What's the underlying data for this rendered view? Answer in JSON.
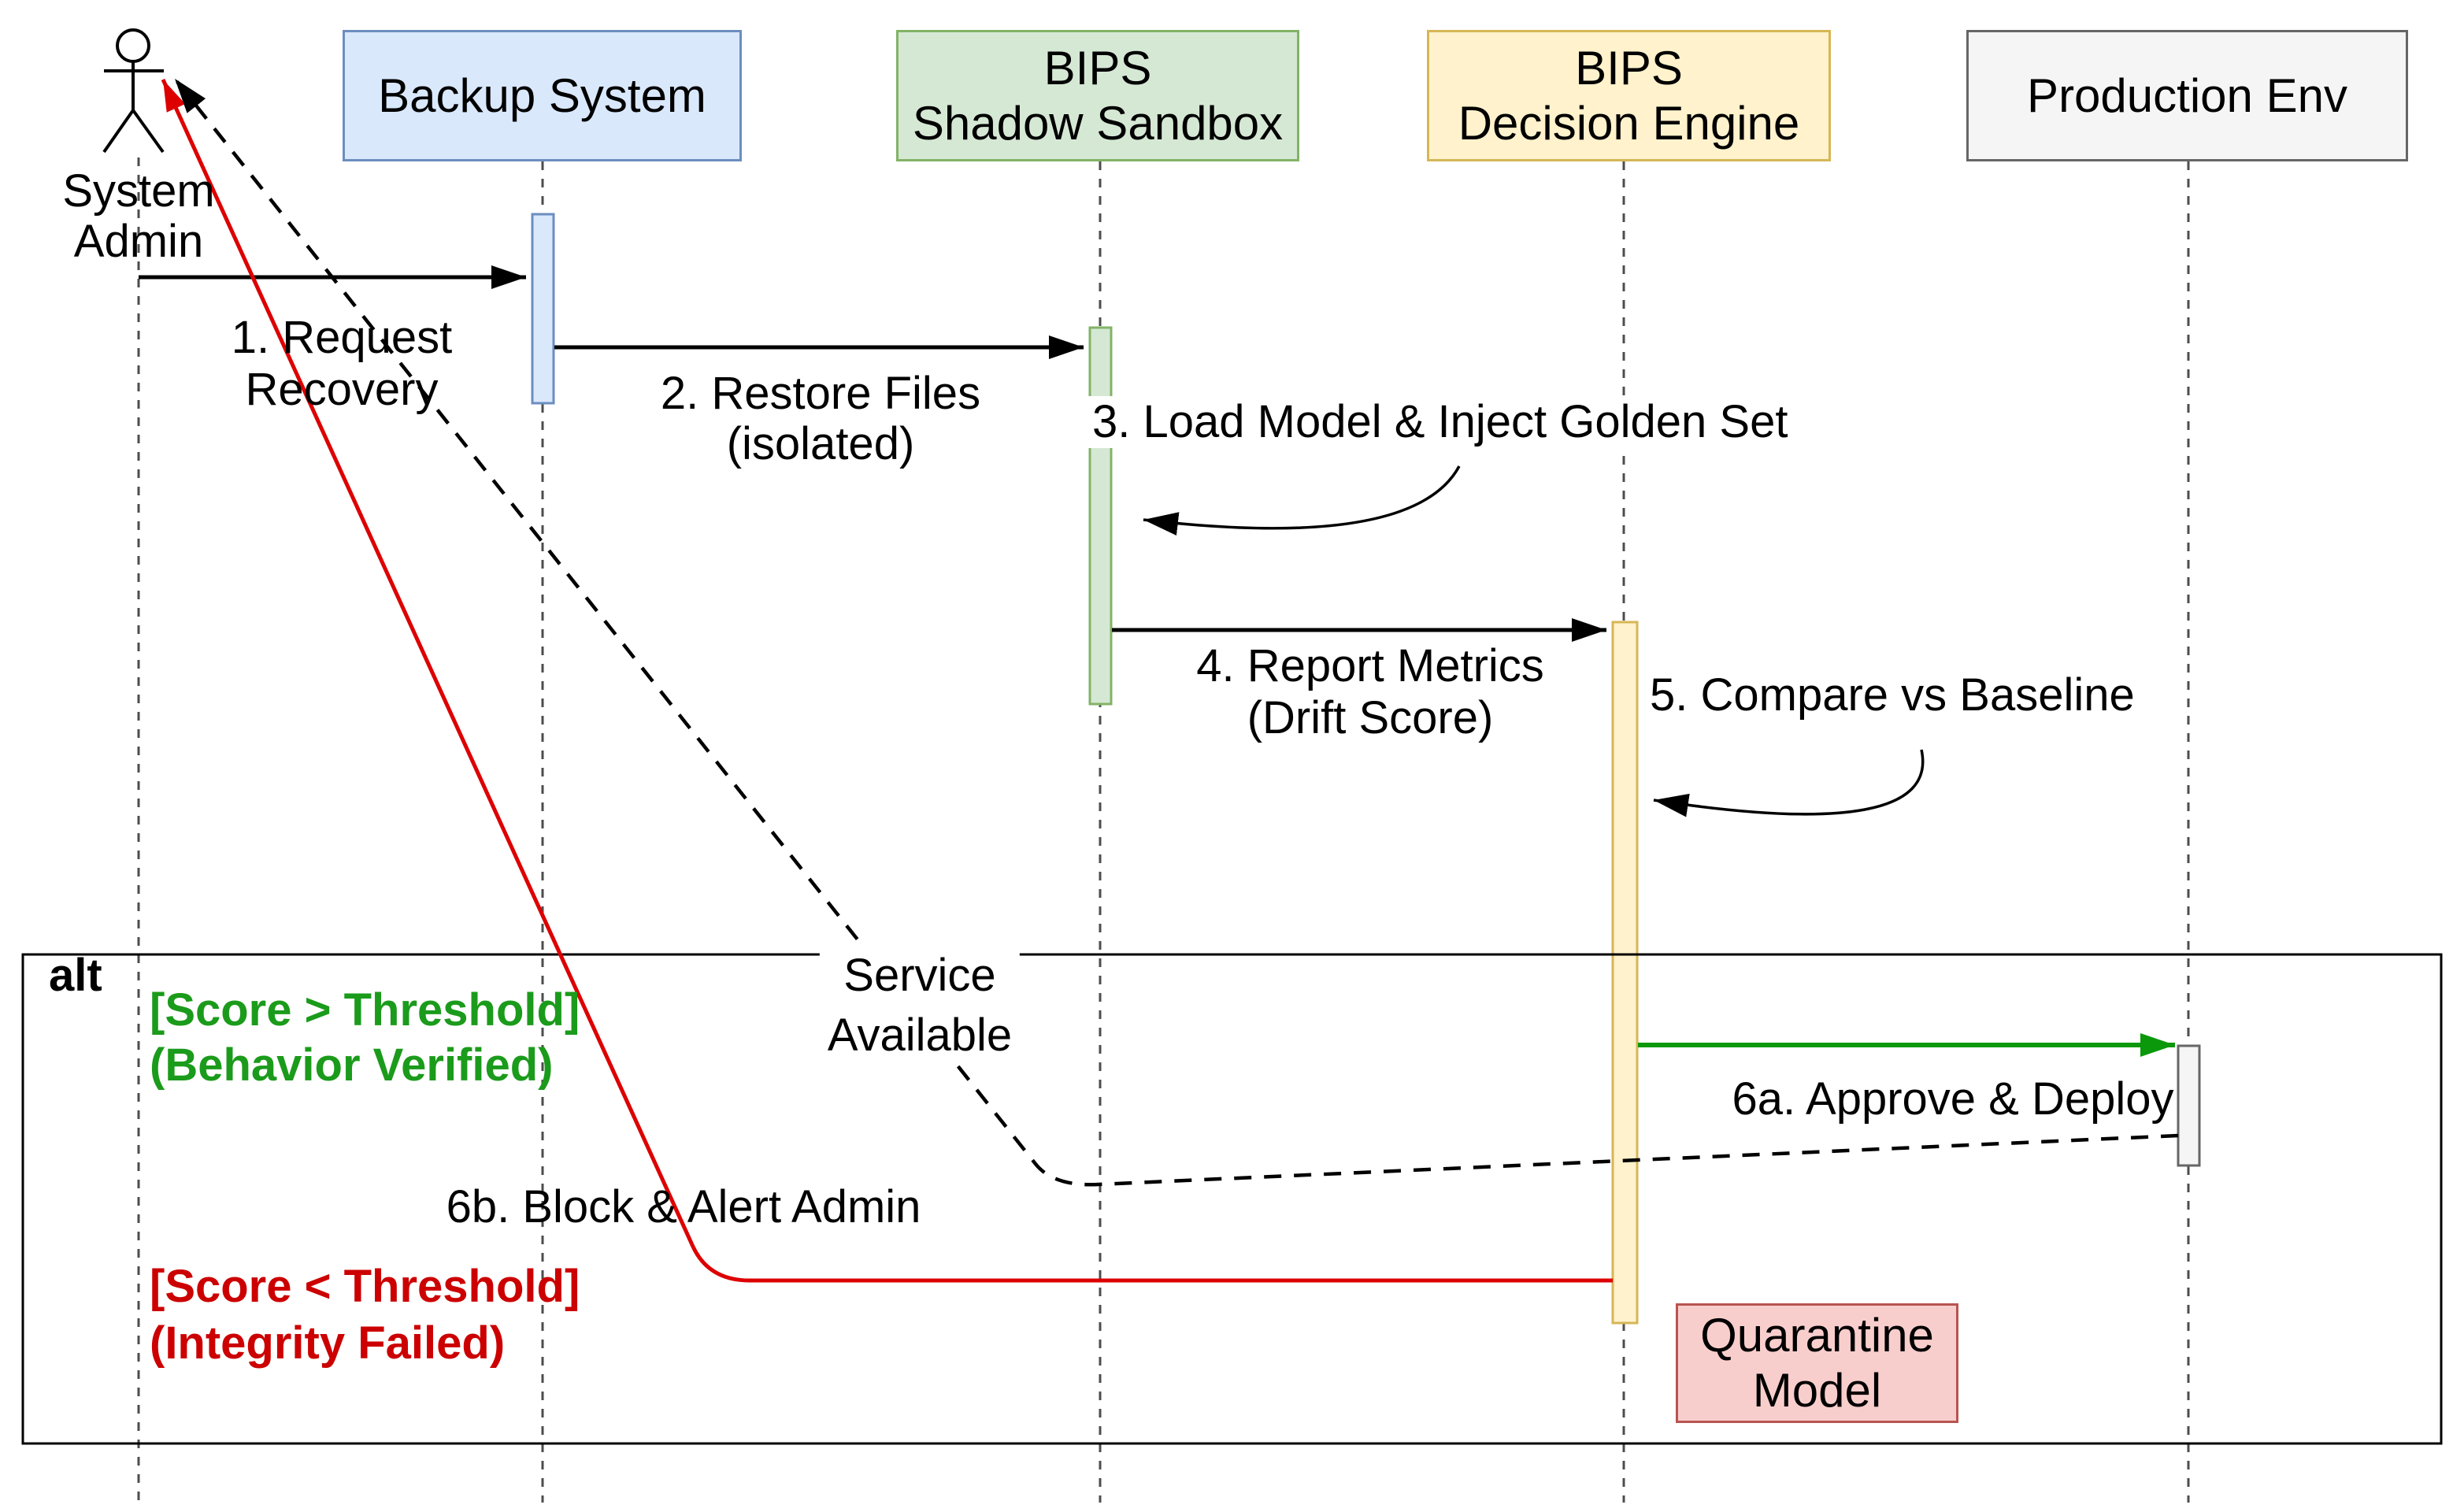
{
  "palette": {
    "blue_fill": "#dae8fc",
    "blue_stroke": "#6c8ebf",
    "green_fill": "#d5e8d4",
    "green_stroke": "#82b366",
    "yellow_fill": "#fff2cc",
    "yellow_stroke": "#d6b656",
    "gray_fill": "#f5f5f5",
    "gray_stroke": "#666666",
    "pink_fill": "#f8cecc",
    "pink_stroke": "#b85450",
    "arrow_green": "#0b980b",
    "guard_green": "#1b9b1b",
    "arrow_red": "#dd0000",
    "guard_red": "#cc0000",
    "arrow_black": "#000000",
    "lifeline_gray": "#4d4d4d"
  },
  "participants": [
    {
      "id": "system-admin",
      "type": "actor",
      "name_lines": {
        "l1": "System",
        "l2": "Admin"
      }
    },
    {
      "id": "backup-system",
      "type": "component",
      "title": {
        "l1": "Backup System"
      }
    },
    {
      "id": "bips-shadow-sandbox",
      "type": "component",
      "title": {
        "l1": "BIPS",
        "l2": "Shadow Sandbox"
      }
    },
    {
      "id": "bips-decision-engine",
      "type": "component",
      "title": {
        "l1": "BIPS",
        "l2": "Decision Engine"
      }
    },
    {
      "id": "production-env",
      "type": "component",
      "title": {
        "l1": "Production Env"
      }
    }
  ],
  "messages": {
    "m1": {
      "from": "System Admin",
      "to": "Backup System",
      "style": "solid-black",
      "label": {
        "l1": "1. Request",
        "l2": "Recovery"
      }
    },
    "m2": {
      "from": "Backup System",
      "to": "BIPS Shadow Sandbox",
      "style": "solid-black",
      "label": {
        "l1": "2. Restore Files",
        "l2": "(isolated)"
      }
    },
    "m3": {
      "from": "BIPS Shadow Sandbox",
      "to": "BIPS Shadow Sandbox",
      "style": "curved-self",
      "label": {
        "l1": "3. Load Model & Inject Golden Set"
      }
    },
    "m4": {
      "from": "BIPS Shadow Sandbox",
      "to": "BIPS Decision Engine",
      "style": "solid-black",
      "label": {
        "l1": "4. Report Metrics",
        "l2": "(Drift Score)"
      }
    },
    "m5": {
      "from": "BIPS Decision Engine",
      "to": "BIPS Decision Engine",
      "style": "curved-self",
      "label": {
        "l1": "5. Compare vs Baseline"
      }
    },
    "m6a": {
      "from": "BIPS Decision Engine",
      "to": "Production Env",
      "style": "solid-green",
      "label": {
        "l1": "6a. Approve & Deploy"
      }
    },
    "m6b": {
      "from": "BIPS Decision Engine",
      "to": "System Admin",
      "style": "solid-red",
      "label": {
        "l1": "6b. Block & Alert Admin"
      }
    },
    "service": {
      "from": "Production Env",
      "to": "System Admin",
      "style": "dashed-black",
      "label": {
        "l1": "Service",
        "l2": "Available"
      }
    }
  },
  "alt_frame": {
    "operator": "alt",
    "guard_success": {
      "l1": "[Score > Threshold]",
      "l2": "(Behavior Verified)"
    },
    "guard_failure": {
      "l1": "[Score < Threshold]",
      "l2": "(Integrity Failed)"
    }
  },
  "quarantine_note": {
    "l1": "Quarantine",
    "l2": "Model"
  }
}
